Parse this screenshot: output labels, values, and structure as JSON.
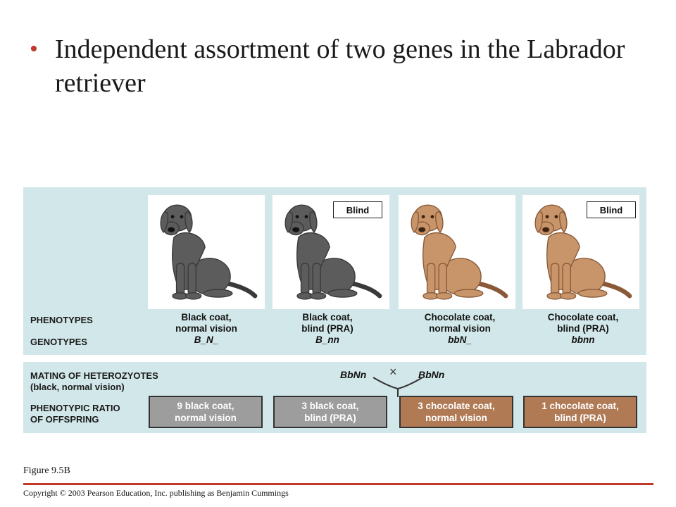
{
  "slide": {
    "bullet": "•",
    "title": "Independent assortment of two genes in the Labrador retriever",
    "figure_caption": "Figure 9.5B",
    "copyright": "Copyright © 2003 Pearson Education, Inc. publishing as Benjamin Cummings",
    "accent_color": "#c0392b"
  },
  "diagram": {
    "row_labels": {
      "phenotypes": "PHENOTYPES",
      "genotypes": "GENOTYPES",
      "mating_line1": "MATING OF HETEROZYOTES",
      "mating_line2": "(black, normal vision)",
      "ratio_line1": "PHENOTYPIC RATIO",
      "ratio_line2": "OF OFFSPRING"
    },
    "dogs": [
      {
        "color": "black",
        "blind_tag": "",
        "phenotype_line1": "Black coat,",
        "phenotype_line2": "normal vision",
        "genotype": "B_N_"
      },
      {
        "color": "black",
        "blind_tag": "Blind",
        "phenotype_line1": "Black coat,",
        "phenotype_line2": "blind (PRA)",
        "genotype": "B_nn"
      },
      {
        "color": "chocolate",
        "blind_tag": "",
        "phenotype_line1": "Chocolate coat,",
        "phenotype_line2": "normal vision",
        "genotype": "bbN_"
      },
      {
        "color": "chocolate",
        "blind_tag": "Blind",
        "phenotype_line1": "Chocolate coat,",
        "phenotype_line2": "blind (PRA)",
        "genotype": "bbnn"
      }
    ],
    "cross": {
      "parent1": "BbNn",
      "parent2": "BbNn",
      "symbol": "×"
    },
    "ratios": [
      {
        "line1": "9 black coat,",
        "line2": "normal vision",
        "fill": "#9d9d9d"
      },
      {
        "line1": "3 black coat,",
        "line2": "blind (PRA)",
        "fill": "#9d9d9d"
      },
      {
        "line1": "3 chocolate coat,",
        "line2": "normal vision",
        "fill": "#b07a55"
      },
      {
        "line1": "1 chocolate coat,",
        "line2": "blind (PRA)",
        "fill": "#b07a55"
      }
    ]
  }
}
